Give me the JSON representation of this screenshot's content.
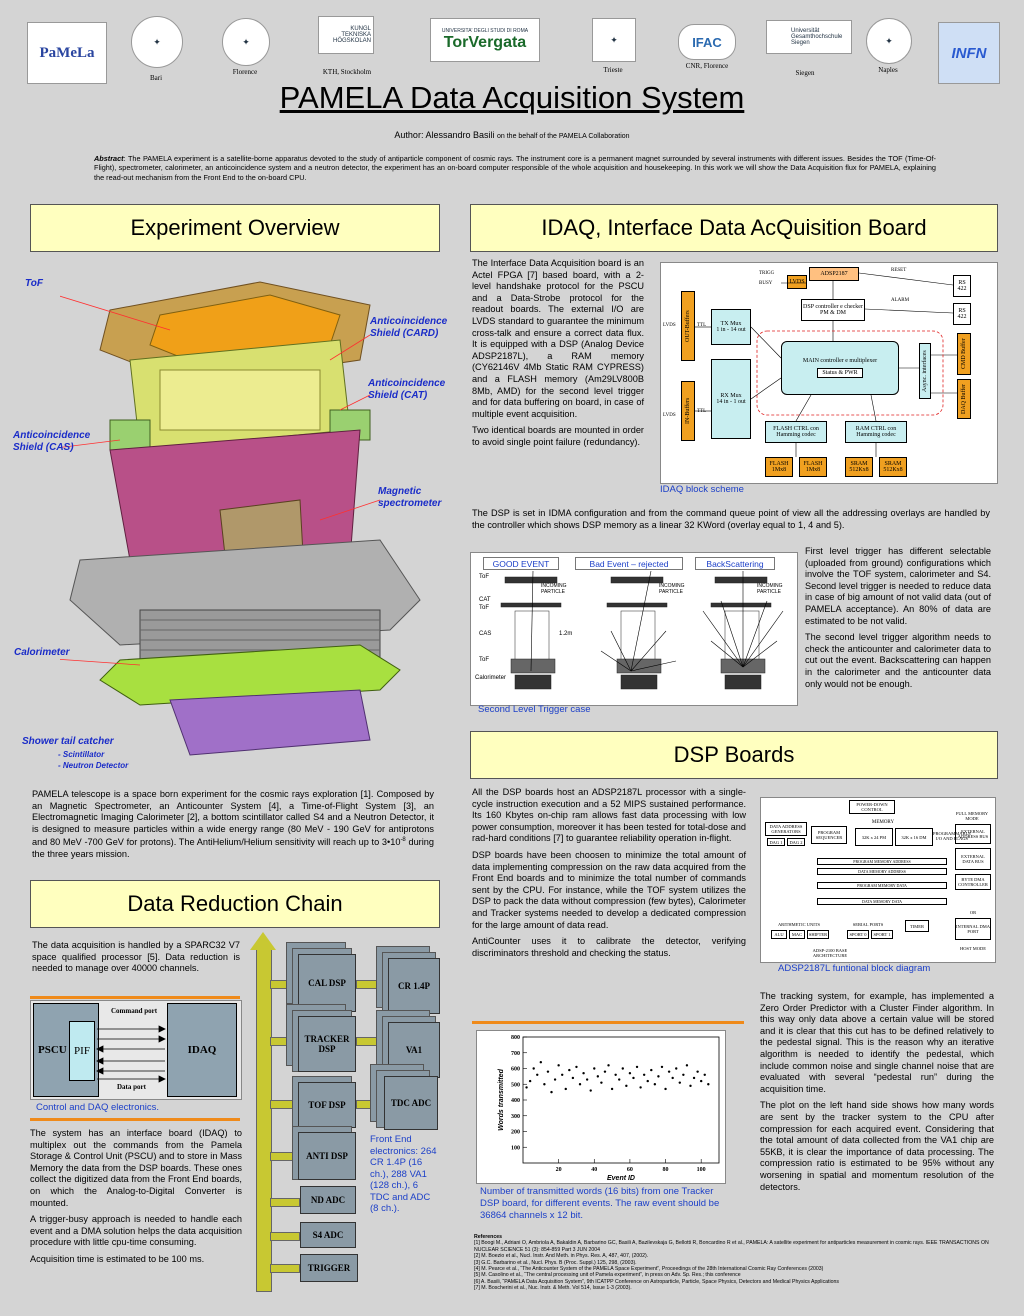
{
  "logos": [
    {
      "name": "PAMELA",
      "caption": ""
    },
    {
      "name": "Univ. Bari",
      "caption": "Bari"
    },
    {
      "name": "Univ. Firenze",
      "caption": "Florence"
    },
    {
      "name": "KTH",
      "caption": "KTH, Stockholm"
    },
    {
      "name": "Tor Vergata",
      "caption": ""
    },
    {
      "name": "Univ. Trieste",
      "caption": "Trieste"
    },
    {
      "name": "IFAC",
      "caption": "CNR, Florence"
    },
    {
      "name": "Univ. Siegen",
      "caption": "Siegen"
    },
    {
      "name": "Univ. Napoli",
      "caption": "Naples"
    },
    {
      "name": "INFN",
      "caption": ""
    }
  ],
  "logo_text": {
    "pamela": "PaMeLa",
    "kth": "KUNGL TEKNISKA HÖGSKOLAN",
    "torvergata_top": "UNIVERSITA' DEGLI STUDI DI ROMA",
    "torvergata": "TorVergata",
    "ifac": "IFAC",
    "siegen": "Universität Gesamthochschule Siegen",
    "infn": "INFN"
  },
  "title": "PAMELA Data Acquisition System",
  "author_label": "Author: Alessandro Basili",
  "author_note": "on the behalf of the PAMELA Collaboration",
  "abstract_label": "Abstract",
  "abstract_text": ": The PAMELA experiment is a satellite-borne apparatus devoted to the study of antiparticle component of cosmic rays. The instrument core is a permanent magnet surrounded by several instruments with different issues. Besides the TOF (Time-Of-Flight), spectrometer, calorimeter, an anticoincidence system and a neutron detector, the experiment has an on-board computer responsible of the whole acquisition and housekeeping. In this work we will show the Data Acquisition flux for PAMELA, explaining the read-out mechanism from the Front End to the on-board CPU.",
  "sections": {
    "overview": "Experiment Overview",
    "idaq": "IDAQ, Interface Data AcQuisition Board",
    "dsp": "DSP Boards",
    "reduction": "Data Reduction Chain"
  },
  "detector_labels": {
    "tof": "ToF",
    "card": "Anticoincidence Shield (CARD)",
    "cat": "Anticoincidence Shield (CAT)",
    "cas": "Anticoincidence Shield (CAS)",
    "magnet": "Magnetic spectrometer",
    "calorimeter": "Calorimeter",
    "shower": "Shower tail catcher",
    "scint": "- Scintillator",
    "neutron": "- Neutron Detector"
  },
  "overview_text_pre": "PAMELA telescope is a space born experiment for the cosmic rays exploration [1]. Composed by an Magnetic Spectrometer, an Anticounter System [4], a Time-of-Flight System [3], an Electromagnetic Imaging Calorimeter [2], a bottom scintillator called S4 and a Neutron Detector, it is designed to measure particles within a wide energy range (80 MeV - 190 GeV for antiprotons and 80 MeV -700 GeV for protons). The AntiHelium/Helium sensitivity will reach up to 3",
  "overview_text_exp": "-8",
  "overview_text_post": " during the three years mission.",
  "overview_text_mul": "•10",
  "idaq_text1": "The Interface Data Acquisition board is an Actel FPGA [7] based board, with a 2-level handshake protocol for the PSCU and a Data-Strobe protocol for the readout boards. The external I/O are LVDS standard to guarantee the minimum cross-talk and ensure a correct data flux. It is equipped with a DSP (Analog Device ADSP2187L), a RAM memory (CY62146V 4Mb Static RAM CYPRESS) and a FLASH memory (Am29LV800B 8Mb, AMD) for the second level trigger and for data buffering on board, in case of multiple event acquisition.",
  "idaq_text2": "Two identical boards are mounted in order to avoid single point failure (redundancy).",
  "idaq_caption": "IDAQ block scheme",
  "idaq_scheme": {
    "adsp": "ADSP2187",
    "trigg": "TRIGG",
    "busy": "BUSY",
    "lvds": "LVDS",
    "reset": "RESET",
    "alarm": "ALARM",
    "dsp_ctrl": "DSP controller e checker PM & DM",
    "rs1": "RS 422",
    "rs2": "RS 422",
    "txmux": "TX Mux",
    "txmux2": "1 in - 14 out",
    "rxmux": "RX Mux",
    "rxmux2": "14 in - 1 out",
    "out_buf": "OUT-Buffers",
    "in_buf": "IN-Buffers",
    "main": "MAIN controller e multiplexer",
    "status": "Status & PWR",
    "async": "Async. interfaces",
    "cmd_buf": "CMD Buffer",
    "daq_buf": "DAQ Buffer",
    "flash_ctrl": "FLASH CTRL con Hamming codec",
    "ram_ctrl": "RAM CTRL con Hamming codec",
    "flash1": "FLASH 1Mx8",
    "flash2": "FLASH 1Mx8",
    "sram1": "SRAM 512Kx8",
    "sram2": "SRAM 512Kx8",
    "ttl": "TTL"
  },
  "dsp_idma_text": "The DSP is set in IDMA configuration and from the command queue point of view all the addressing overlays are handled by the controller which shows DSP memory as a linear 32 KWord (overlay equal to 1, 4 and 5).",
  "trigger_buttons": [
    "GOOD EVENT",
    "Bad Event – rejected",
    "BackScattering"
  ],
  "trigger_labels": {
    "tof": "ToF",
    "cat": "CAT",
    "tof2": "ToF",
    "cas": "CAS",
    "tof3": "ToF",
    "calo": "Calorimeter",
    "incoming": "INCOMING PARTICLE",
    "len": "1.2m"
  },
  "trigger_caption": "Second Level Trigger case",
  "trigger_text1": "First level trigger has different selectable (uploaded from ground) configurations which involve the TOF system, calorimeter and S4. Second level trigger is needed to reduce data in case of big amount of not valid data (out of PAMELA acceptance). An 80% of data are estimated to be not valid.",
  "trigger_text2": "The second level trigger algorithm needs to check the anticounter and calorimeter data to cut out the event. Backscattering can happen in the calorimeter and the anticounter data only would not be enough.",
  "dsp_text1": "All the DSP boards host an ADSP2187L processor with a single-cycle instruction execution and a 52 MIPS sustained performance. Its 160 Kbytes on-chip ram allows fast data processing with low power consumption, moreover it has been tested for total-dose and rad-hard conditions [7] to guarantee reliability operation in-flight.",
  "dsp_text2": "DSP boards have been choosen to minimize the total amount of data implementing compression on the raw data acquired from the Front End boards and to minimize the total number of commands sent by the CPU. For instance, while the TOF system utilizes the DSP to pack the data without compression (few bytes), Calorimeter and Tracker systems needed to develop a dedicated compression for the large amount of data read.",
  "dsp_text3": "AntiCounter uses it to calibrate the detector, verifying discriminators threshold and checking the status.",
  "adsp_caption": "ADSP2187L funtional block diagram",
  "adsp_blocks": {
    "powerdown": "POWER-DOWN CONTROL",
    "memory": "MEMORY",
    "fullmem": "FULL MEMORY MODE",
    "dag": "DATA ADDRESS GENERATORS",
    "dag1": "DAG 1",
    "dag2": "DAG 2",
    "prog": "PROGRAM SEQUENCER",
    "pm": "32K x 24 PM",
    "dm": "32K x 16 DM",
    "prog_ov": "PROGRAMMABLE I/O AND FLAGS",
    "ext_addr": "EXTERNAL ADDRESS BUS",
    "ext_data": "EXTERNAL DATA BUS",
    "byte_dma": "BYTE DMA CONTROLLER",
    "pma": "PROGRAM MEMORY ADDRESS",
    "dma": "DATA MEMORY ADDRESS",
    "pmd": "PROGRAM MEMORY DATA",
    "dmd": "DATA MEMORY DATA",
    "arith": "ARITHMETIC UNITS",
    "alu": "ALU",
    "mac": "MAC",
    "shifter": "SHIFTER",
    "serial": "SERIAL PORTS",
    "sport0": "SPORT 0",
    "sport1": "SPORT 1",
    "timer": "TIMER",
    "idma": "INTERNAL DMA PORT",
    "core": "ADSP-2100 BASE ARCHITECTURE",
    "or": "OR",
    "host": "HOST MODE"
  },
  "tracker_text1": "The tracking system, for example, has implemented a Zero Order Predictor with a Cluster Finder algorithm. In this way only data above a certain value will be stored and it is clear that this cut has to be defined relatively to the pedestal signal. This is the reason why an iterative algorithm is needed to identify the pedestal, which include common noise and single channel noise that are evaluated with several “pedestal run” during the acquisition time.",
  "tracker_text2": "The plot on the left hand side shows how many words are sent by the tracker system to the CPU after compression for each acquired event. Considering that the total amount of data collected from the VA1 chip are 55KB, it is clear the importance of data processing. The compression ratio is estimated to be 95% without any worsening in spatial and momentum resolution of the detectors.",
  "chart_data": {
    "type": "scatter",
    "title": "",
    "xlabel": "Event ID",
    "ylabel": "Words transmitted",
    "xlim": [
      0,
      110
    ],
    "ylim": [
      0,
      800
    ],
    "xticks": [
      20,
      40,
      60,
      80,
      100
    ],
    "yticks": [
      100,
      200,
      300,
      400,
      500,
      600,
      700,
      800
    ],
    "series": [
      {
        "values": [
          [
            2,
            480
          ],
          [
            4,
            520
          ],
          [
            6,
            600
          ],
          [
            8,
            560
          ],
          [
            10,
            640
          ],
          [
            12,
            500
          ],
          [
            14,
            580
          ],
          [
            16,
            450
          ],
          [
            18,
            530
          ],
          [
            20,
            620
          ],
          [
            22,
            560
          ],
          [
            24,
            470
          ],
          [
            26,
            590
          ],
          [
            28,
            540
          ],
          [
            30,
            610
          ],
          [
            32,
            500
          ],
          [
            34,
            570
          ],
          [
            36,
            530
          ],
          [
            38,
            460
          ],
          [
            40,
            600
          ],
          [
            42,
            550
          ],
          [
            44,
            510
          ],
          [
            46,
            580
          ],
          [
            48,
            620
          ],
          [
            50,
            470
          ],
          [
            52,
            560
          ],
          [
            54,
            530
          ],
          [
            56,
            600
          ],
          [
            58,
            490
          ],
          [
            60,
            570
          ],
          [
            62,
            540
          ],
          [
            64,
            610
          ],
          [
            66,
            480
          ],
          [
            68,
            560
          ],
          [
            70,
            520
          ],
          [
            72,
            590
          ],
          [
            74,
            500
          ],
          [
            76,
            550
          ],
          [
            78,
            610
          ],
          [
            80,
            470
          ],
          [
            82,
            580
          ],
          [
            84,
            540
          ],
          [
            86,
            600
          ],
          [
            88,
            510
          ],
          [
            90,
            560
          ],
          [
            92,
            620
          ],
          [
            94,
            490
          ],
          [
            96,
            540
          ],
          [
            98,
            580
          ],
          [
            100,
            520
          ],
          [
            102,
            560
          ],
          [
            104,
            500
          ]
        ]
      }
    ]
  },
  "chart_caption": "Number of transmitted words (16 bits) from one Tracker DSP board, for different events. The raw event should be 36864 channels x 12 bit.",
  "reduction_text1": "The data acquisition is handled by a SPARC32 V7 space qualified processor [5]. Data reduction is needed to manage over 40000 channels.",
  "control_diagram": {
    "pscu": "PSCU",
    "pif": "PIF",
    "idaq": "IDAQ",
    "cmd": "Command port",
    "data": "Data port"
  },
  "control_caption": "Control and DAQ electronics.",
  "reduction_text2": "The system has an interface board (IDAQ) to multiplex out the commands from the Pamela Storage & Control Unit (PSCU) and to store in Mass Memory the data from the DSP boards. These ones collect the digitized data from the Front End boards, on which the Analog-to-Digital Converter is mounted.",
  "reduction_text3": "A trigger-busy approach is needed to handle each event and a DMA solution helps the data acquisition procedure with little cpu-time consuming.",
  "reduction_text4": "Acquisition time is estimated to be 100 ms.",
  "chain_boxes": {
    "cal": "CAL DSP",
    "cr": "CR 1.4P",
    "tracker": "TRACKER DSP",
    "va1": "VA1",
    "tof": "TOF DSP",
    "tdc": "TDC ADC",
    "anti": "ANTI DSP",
    "nd": "ND ADC",
    "s4": "S4 ADC",
    "trigger": "TRIGGER"
  },
  "chain_caption": "Front End electronics: 264 CR 1.4P (16 ch.), 288 VA1 (128 ch.), 6 TDC and ADC (8 ch.).",
  "refs_title": "References",
  "refs": [
    "[1] Boogi M., Adriani O, Ambriola A, Bakaldin A, Barbarino GC, Basili A, Bazilevskaja G, Bellotti R, Boncardino R et al., PAMELA: A satellite experiment for antiparticles measurement in cosmic rays. IEEE TRANSACTIONS ON NUCLEAR SCIENCE 51 (3): 854-859 Part 3 JUN 2004",
    "[2] M. Boezio et al., Nucl. Instr. And Meth. in Phys. Res. A, 487, 407, (2002).",
    "[3] G.C. Barbarino et al., Nucl. Phys. B (Proc. Suppl.) 125, 298, (2003).",
    "[4] M. Pearce et al., “The Anticounter System of the PAMELA Space Experiment”, Proceedings of the 28th International Cosmic Ray Conferences (2003)",
    "[5] M. Casolino et al., “The central processing unit of Pamela experiment”, in press on Adv. Sp. Res.; this conference",
    "[6] A. Basili, “PAMELA Data Acquisition System”, 9th ICATPP Conference on Astroparticle, Particle, Space Physics, Detectors and Medical Physics Applications",
    "[7] M. Boscherini et al., Nuc. Instr. & Meth. Vol 514, Issue 1-3 (2003)."
  ]
}
